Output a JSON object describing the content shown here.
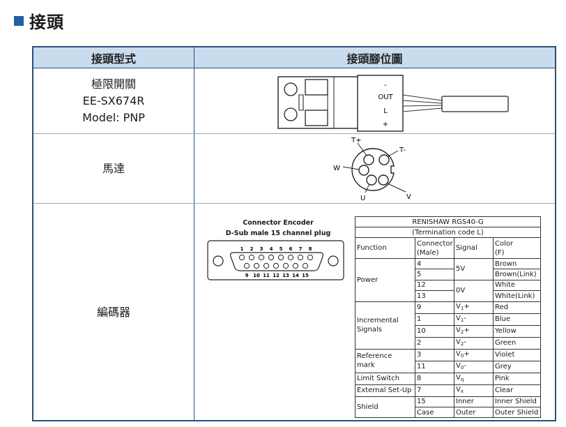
{
  "heading": {
    "title": "接頭"
  },
  "table": {
    "headers": [
      "接頭型式",
      "接頭腳位圖"
    ],
    "row1": {
      "lines": [
        "極限開關",
        "EE-SX674R",
        "Model: PNP"
      ],
      "pin_labels": [
        "-",
        "OUT",
        "L",
        "+"
      ]
    },
    "row2": {
      "label": "馬達",
      "pins": [
        "T+",
        "T-",
        "W",
        "U",
        "V"
      ]
    },
    "row3": {
      "label": "編碼器",
      "encoder_title": "Connector Encoder",
      "encoder_subtitle": "D-Sub male 15 channel plug",
      "pins_top": [
        "1",
        "2",
        "3",
        "4",
        "5",
        "6",
        "7",
        "8"
      ],
      "pins_bottom": [
        "9",
        "10",
        "11",
        "12",
        "13",
        "14",
        "15"
      ],
      "rgs_title": "RENISHAW RGS40-G",
      "rgs_subtitle": "(Termination code L)",
      "col_function": "Function",
      "col_connector": "Connector",
      "col_connector2": "(Male)",
      "col_signal": "Signal",
      "col_color": "Color",
      "col_color2": "(F)",
      "f_power": "Power",
      "f_inc1": "Incremental",
      "f_inc2": "Signals",
      "f_ref1": "Reference",
      "f_ref2": "mark",
      "f_limit": "Limit Switch",
      "f_ext": "External Set-Up",
      "f_shield": "Shield",
      "c": [
        "4",
        "5",
        "12",
        "13",
        "9",
        "1",
        "10",
        "2",
        "3",
        "11",
        "8",
        "7",
        "15",
        "Case"
      ],
      "s_5v": "5V",
      "s_0v": "0V",
      "s_v": "V",
      "s_sub": [
        "1",
        "1",
        "2",
        "2",
        "0",
        "0",
        "q",
        "x"
      ],
      "s_sign": [
        "+",
        "-",
        "+",
        "-",
        "+",
        "-",
        "",
        ""
      ],
      "s_inner": "Inner",
      "s_outer": "Outer",
      "colors": [
        "Brown",
        "Brown(Link)",
        "White",
        "White(Link)",
        "Red",
        "Blue",
        "Yellow",
        "Green",
        "Violet",
        "Grey",
        "Pink",
        "Clear",
        "Inner Shield",
        "Outer Shield"
      ]
    }
  },
  "accent": "#1f5fa8",
  "header_bg": "#c9dcee"
}
